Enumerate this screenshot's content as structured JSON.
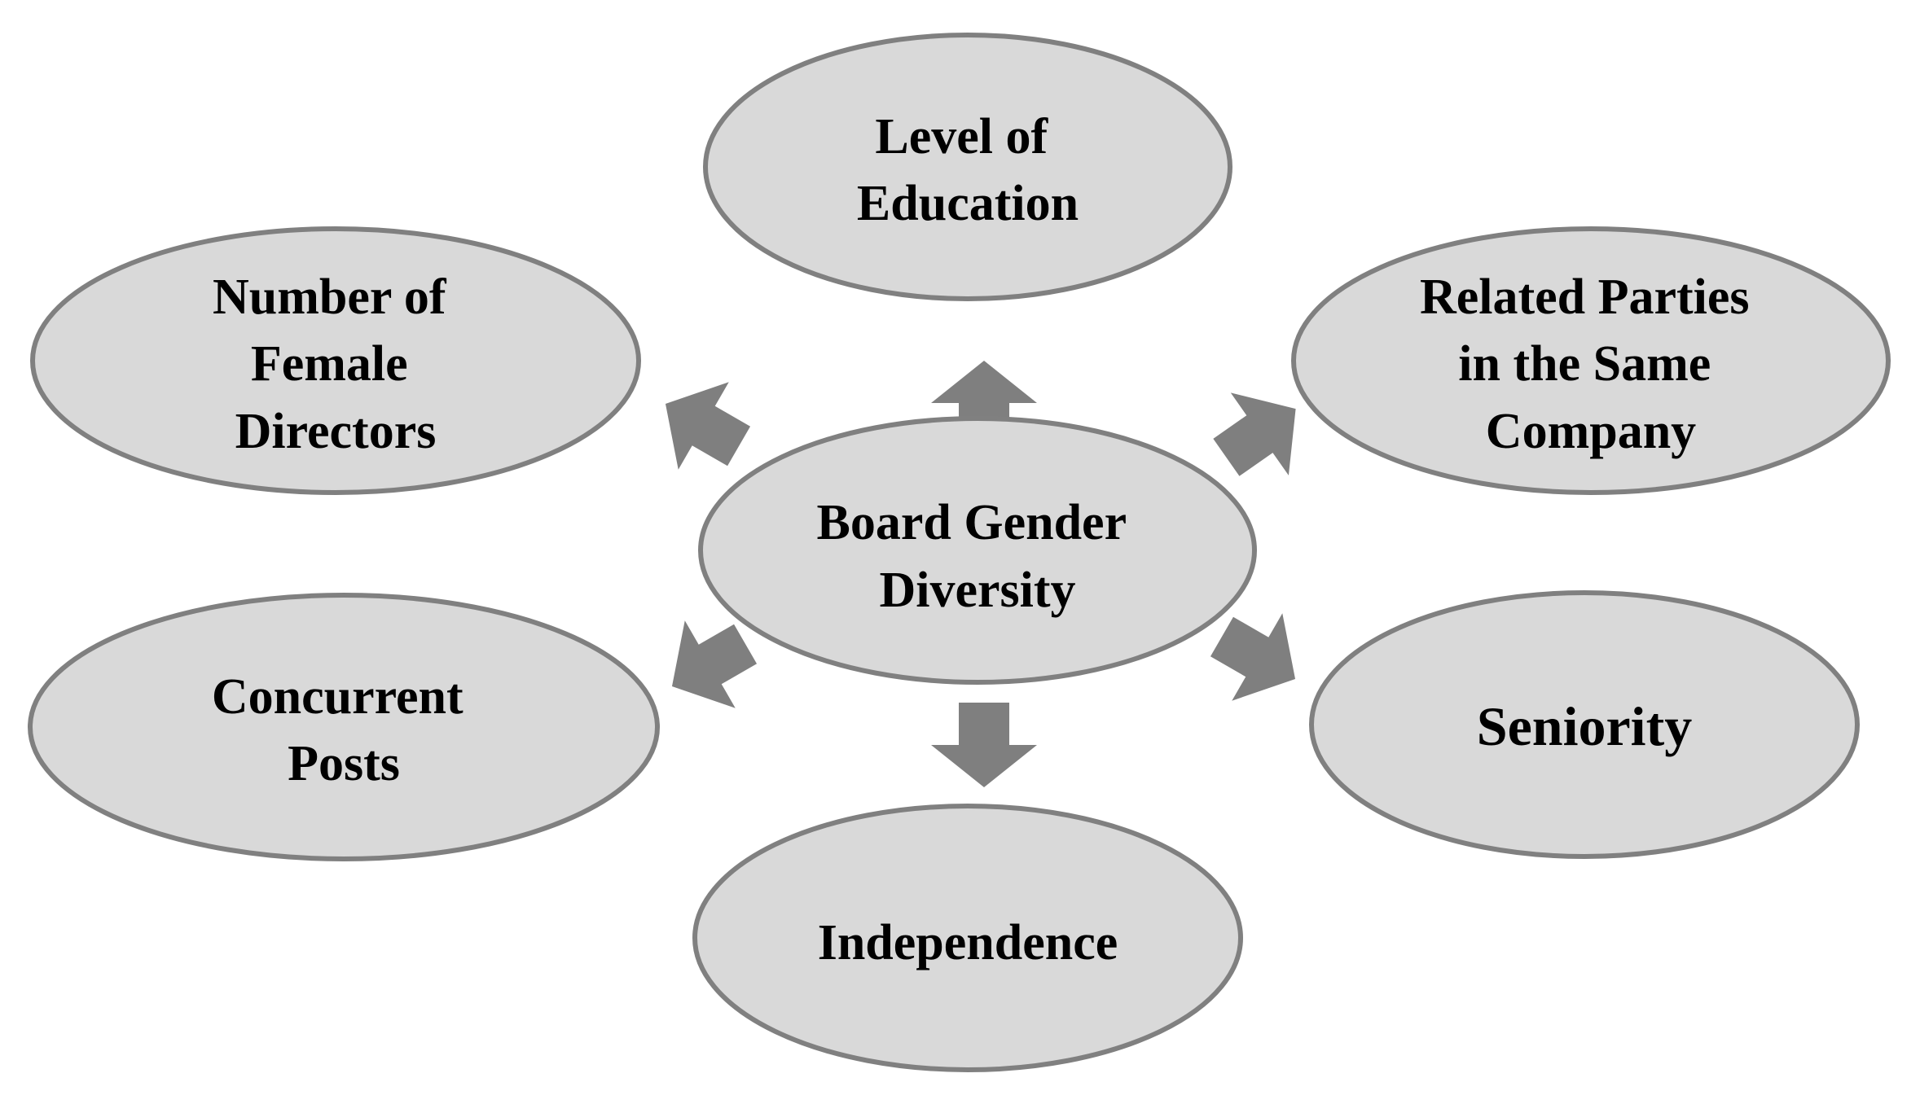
{
  "center": {
    "lines": [
      "Board Gender",
      "Diversity"
    ]
  },
  "nodes": {
    "education": {
      "lines": [
        "Level of",
        "Education"
      ]
    },
    "female_directors": {
      "lines": [
        "Number of",
        "Female",
        "Directors"
      ]
    },
    "related_parties": {
      "lines": [
        "Related Parties",
        "in the Same",
        "Company"
      ]
    },
    "concurrent_posts": {
      "lines": [
        "Concurrent",
        "Posts"
      ]
    },
    "seniority": {
      "lines": [
        "Seniority"
      ]
    },
    "independence": {
      "lines": [
        "Independence"
      ]
    }
  },
  "colors": {
    "ellipse_fill": "#d9d9d9",
    "ellipse_stroke": "#808080",
    "arrow_fill": "#7f7f7f",
    "text": "#000000"
  }
}
